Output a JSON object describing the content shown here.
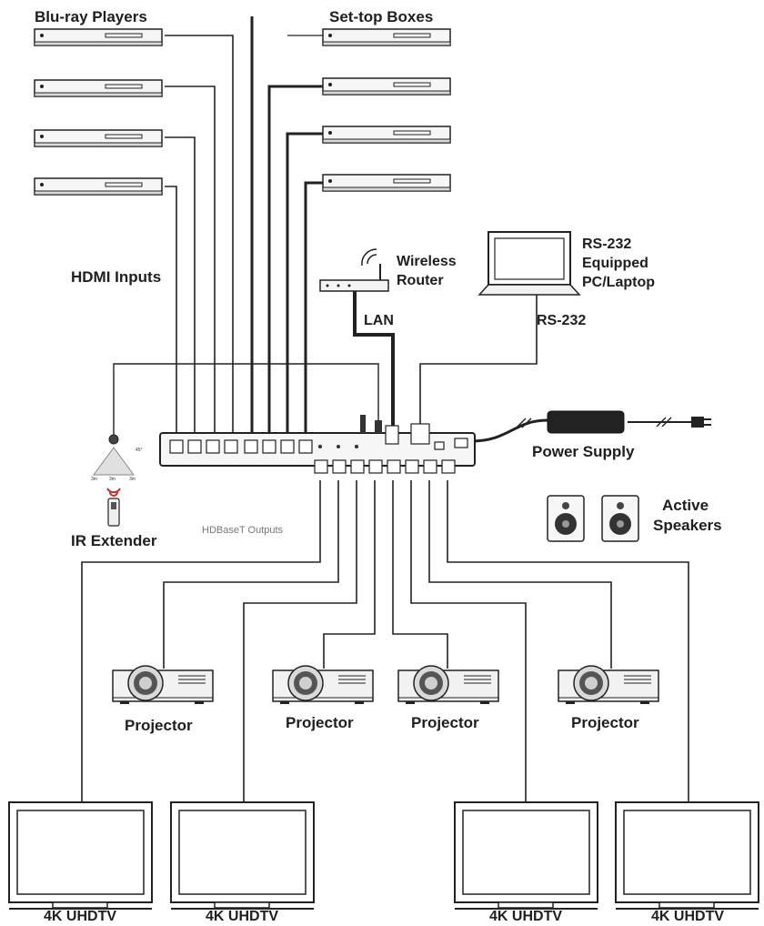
{
  "labels": {
    "bluray": "Blu-ray Players",
    "settop": "Set-top Boxes",
    "hdmi_inputs": "HDMI Inputs",
    "wireless_router": [
      "Wireless",
      "Router"
    ],
    "lan": "LAN",
    "rs232_pc": [
      "RS-232",
      "Equipped",
      "PC/Laptop"
    ],
    "rs232": "RS-232",
    "power_supply": "Power Supply",
    "active_speakers": [
      "Active",
      "Speakers"
    ],
    "ir_extender": "IR Extender",
    "hdmi_outputs": "HDBaseT Outputs",
    "projector": "Projector",
    "tv": "4K UHDTV",
    "ir_angle": "45°",
    "ir_range": [
      "3m",
      "3m",
      "3m"
    ]
  },
  "devices": {
    "bluray_count": 4,
    "settop_count": 4,
    "projector_count": 4,
    "tv_count": 4
  },
  "colors": {
    "line": "#222222",
    "device_fill": "#f4f4f4",
    "ir_red": "#c0302a"
  }
}
